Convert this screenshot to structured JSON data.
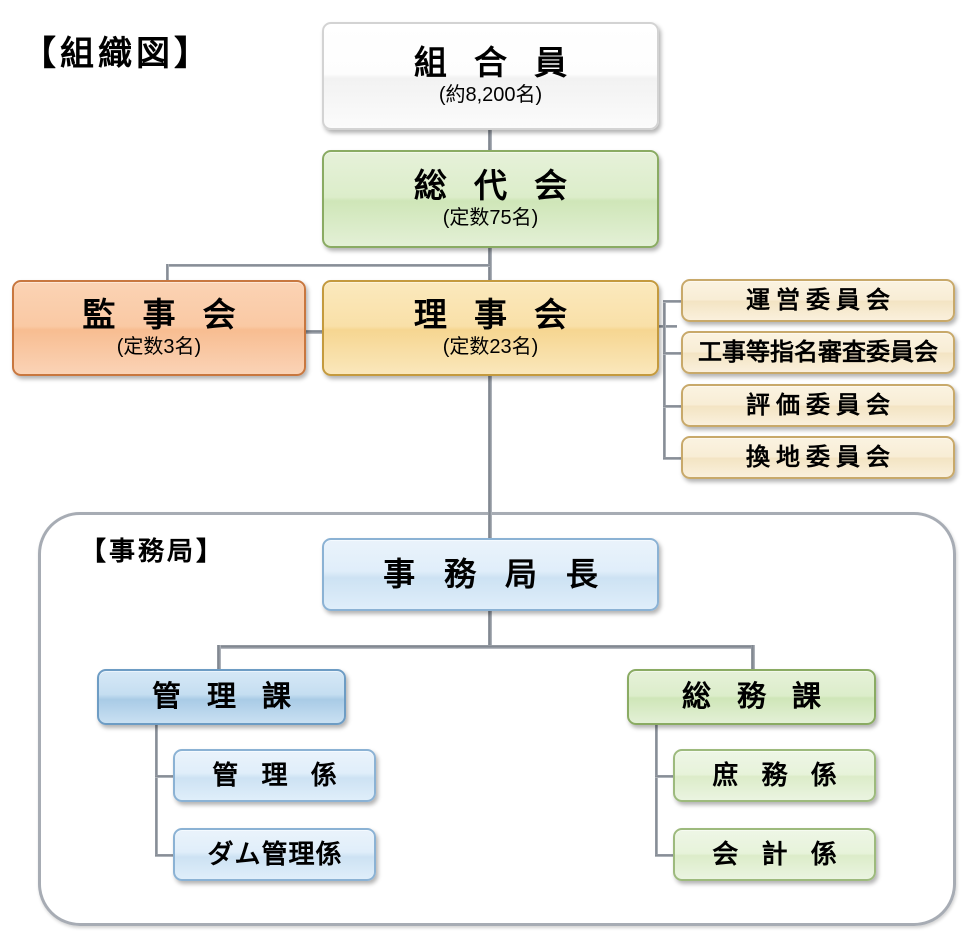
{
  "title": "【組織図】",
  "nodes": {
    "members": {
      "label": "組 合 員",
      "sub": "(約8,200名)"
    },
    "assembly": {
      "label": "総 代 会",
      "sub": "(定数75名)"
    },
    "auditors": {
      "label": "監 事 会",
      "sub": "(定数3名)"
    },
    "directors": {
      "label": "理 事 会",
      "sub": "(定数23名)"
    },
    "office_label": "【事務局】",
    "office_chief": {
      "label": "事 務 局 長"
    },
    "kanri_ka": {
      "label": "管 理 課"
    },
    "soumu_ka": {
      "label": "総 務 課"
    }
  },
  "committees": [
    {
      "label": "運営委員会"
    },
    {
      "label": "工事等指名審査委員会"
    },
    {
      "label": "評価委員会"
    },
    {
      "label": "換地委員会"
    }
  ],
  "kanri_sections": [
    {
      "label": "管 理 係"
    },
    {
      "label": "ダム管理係"
    }
  ],
  "soumu_sections": [
    {
      "label": "庶 務 係"
    },
    {
      "label": "会 計 係"
    }
  ],
  "colors": {
    "white_box": "#fdfdfd",
    "green_box": "#dcedca",
    "orange_box": "#fac9a4",
    "gold_box": "#f9e0a8",
    "cream_box": "#f8edd5",
    "blue_box": "#c5def1",
    "light_blue_box": "#e0eefa",
    "light_green_box": "#e7f3da",
    "connector": "#8d929b",
    "container_border": "#a7acb4"
  }
}
